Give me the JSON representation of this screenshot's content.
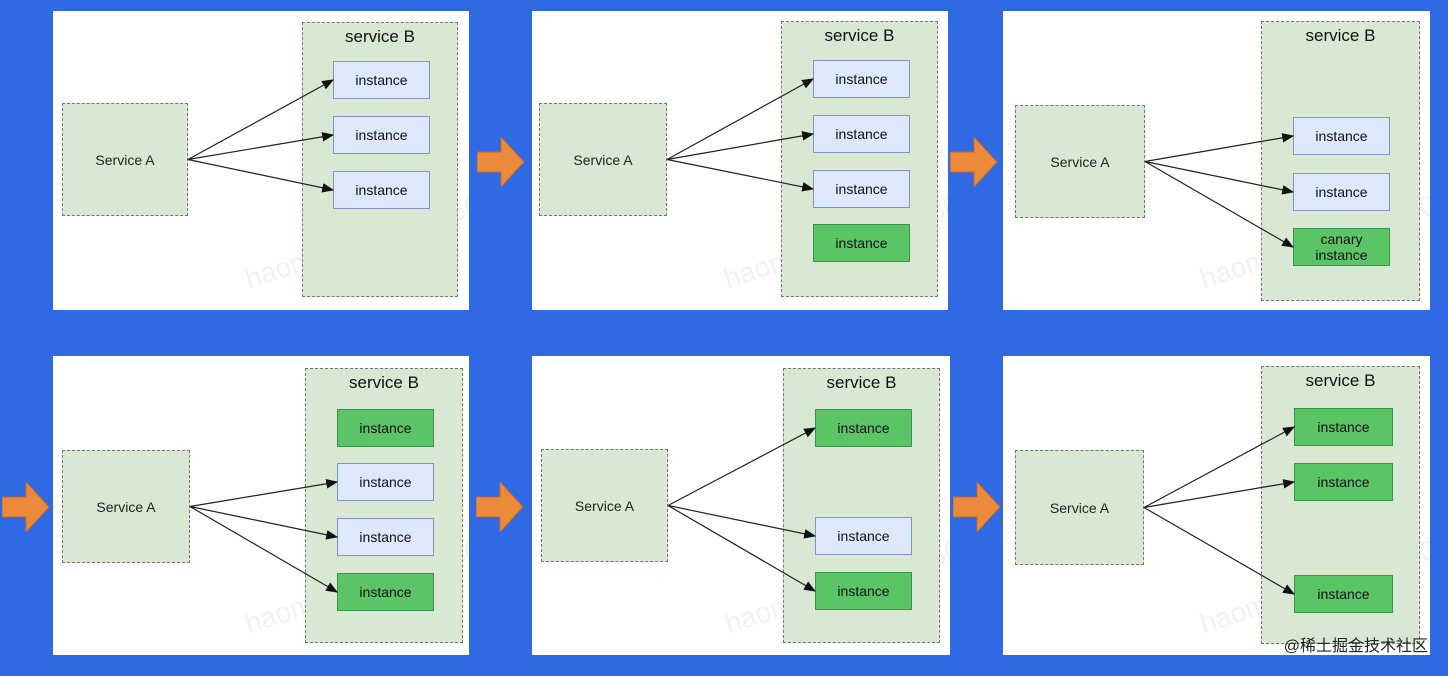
{
  "watermark": "haomin cheng 1550",
  "site_mark": "@稀土掘金技术社区",
  "panels": [
    {
      "service_a": "Service A",
      "service_b_title": "service B",
      "instances": [
        {
          "label": "instance",
          "kind": "old"
        },
        {
          "label": "instance",
          "kind": "old"
        },
        {
          "label": "instance",
          "kind": "old"
        }
      ]
    },
    {
      "service_a": "Service A",
      "service_b_title": "service B",
      "instances": [
        {
          "label": "instance",
          "kind": "old"
        },
        {
          "label": "instance",
          "kind": "old"
        },
        {
          "label": "instance",
          "kind": "old"
        },
        {
          "label": "instance",
          "kind": "new"
        }
      ]
    },
    {
      "service_a": "Service A",
      "service_b_title": "service B",
      "instances": [
        {
          "label": "instance",
          "kind": "old"
        },
        {
          "label": "instance",
          "kind": "old"
        },
        {
          "label": "canary instance",
          "kind": "new"
        }
      ]
    },
    {
      "service_a": "Service A",
      "service_b_title": "service B",
      "instances": [
        {
          "label": "instance",
          "kind": "new"
        },
        {
          "label": "instance",
          "kind": "old"
        },
        {
          "label": "instance",
          "kind": "old"
        },
        {
          "label": "instance",
          "kind": "new"
        }
      ]
    },
    {
      "service_a": "Service A",
      "service_b_title": "service B",
      "instances": [
        {
          "label": "instance",
          "kind": "new"
        },
        {
          "label": "instance",
          "kind": "old"
        },
        {
          "label": "instance",
          "kind": "new"
        }
      ]
    },
    {
      "service_a": "Service A",
      "service_b_title": "service B",
      "instances": [
        {
          "label": "instance",
          "kind": "new"
        },
        {
          "label": "instance",
          "kind": "new"
        },
        {
          "label": "instance",
          "kind": "new"
        }
      ]
    }
  ]
}
